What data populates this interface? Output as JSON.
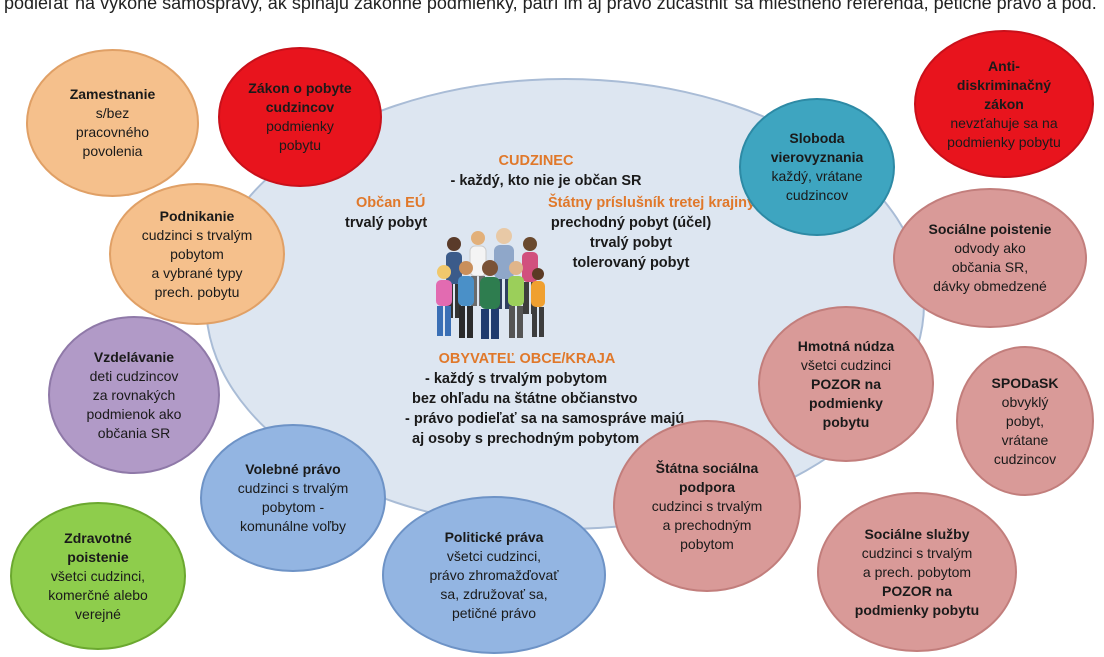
{
  "top_text": "podieľať na výkone samosprávy, ak spĺňajú zákonné podmienky, patrí im aj právo zúčastniť sa miestneho referenda, petičné právo a pod.",
  "center": {
    "cudzinec_title": "CUDZINEC",
    "cudzinec_line": "-   každý, kto nie je občan SR",
    "obcan_eu": "Občan EÚ",
    "trvaly_pobyt_eu": "trvalý pobyt",
    "statny_title": "Štátny príslušník tretej krajiny",
    "statny_items": [
      "prechodný pobyt (účel)",
      "trvalý pobyt",
      "tolerovaný pobyt"
    ],
    "obyvatel_title": "OBYVATEĽ OBCE/KRAJA",
    "obyvatel_lines": [
      "-   každý s trvalým pobytom",
      "bez ohľadu na štátne občianstvo",
      "-   právo podieľať sa na samospráve majú",
      "aj osoby s prechodným pobytom"
    ]
  },
  "bubbles": {
    "zamestnanie": {
      "title": "Zamestnanie",
      "lines": [
        "s/bez",
        "pracovného",
        "povolenia"
      ]
    },
    "zakon": {
      "title": "Zákon o pobyte cudzincov",
      "lines": [
        "podmienky",
        "pobytu"
      ]
    },
    "anti": {
      "title": "Anti-diskriminačný zákon",
      "lines": [
        "nevzťahuje sa na",
        "podmienky pobytu"
      ]
    },
    "sloboda": {
      "title": "Sloboda vierovyznania",
      "lines": [
        "každý, vrátane",
        "cudzincov"
      ]
    },
    "podnikanie": {
      "title": "Podnikanie",
      "lines": [
        "cudzinci s trvalým",
        "pobytom",
        "a vybrané typy",
        "prech. pobytu"
      ]
    },
    "socialne_poistenie": {
      "title": "Sociálne poistenie",
      "lines": [
        "odvody ako",
        "občania SR,",
        "dávky obmedzené"
      ]
    },
    "hmotna": {
      "title": "Hmotná núdza",
      "lines": [
        "všetci cudzinci"
      ],
      "bold_lines": [
        "POZOR na",
        "podmienky",
        "pobytu"
      ]
    },
    "vzdelavanie": {
      "title": "Vzdelávanie",
      "lines": [
        "deti cudzincov",
        "za rovnakých",
        "podmienok ako",
        "občania SR"
      ]
    },
    "spodask": {
      "title": "SPODaSK",
      "lines": [
        "obvyklý",
        "pobyt,",
        "vrátane",
        "cudzincov"
      ]
    },
    "volebne": {
      "title": "Volebné právo",
      "lines": [
        "cudzinci s trvalým",
        "pobytom -",
        "komunálne voľby"
      ]
    },
    "statna": {
      "title": "Štátna sociálna podpora",
      "lines": [
        "cudzinci s trvalým",
        "a prechodným",
        "pobytom"
      ]
    },
    "zdravotne": {
      "title": "Zdravotné poistenie",
      "lines": [
        "všetci cudzinci,",
        "komerčné alebo",
        "verejné"
      ]
    },
    "politicke": {
      "title": "Politické práva",
      "lines": [
        "všetci cudzinci,",
        "právo zhromažďovať",
        "sa, združovať sa,",
        "petičné právo"
      ]
    },
    "socialne_sluzby": {
      "title": "Sociálne služby",
      "lines": [
        "cudzinci s trvalým",
        "a prech. pobytom"
      ],
      "bold_lines": [
        "POZOR na",
        "podmienky pobytu"
      ]
    }
  },
  "colors": {
    "orange": "#f5c08c",
    "red": "#e8141d",
    "teal": "#3ea5c0",
    "pink": "#d99a98",
    "purple": "#b19ac7",
    "blue": "#93b5e2",
    "green": "#8ecd4c",
    "main": "#dde6f1",
    "accent": "#e0782a"
  }
}
